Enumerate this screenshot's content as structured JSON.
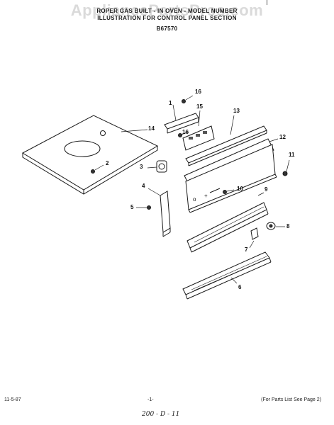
{
  "watermark": "AppliancePartsPros.com",
  "header": {
    "line1": "ROPER GAS BUILT - IN OVEN - MODEL NUMBER",
    "line2": "ILLUSTRATION FOR CONTROL PANEL SECTION",
    "model": "B67570"
  },
  "callouts": {
    "c1": "1",
    "c2": "2",
    "c3": "3",
    "c4": "4",
    "c5": "5",
    "c6": "6",
    "c7": "7",
    "c8": "8",
    "c9": "9",
    "c10": "10",
    "c11": "11",
    "c12": "12",
    "c13": "13",
    "c14": "14",
    "c15": "15",
    "c16a": "16",
    "c16b": "16"
  },
  "footer": {
    "date": "11-5-87",
    "page": "-1-",
    "note": "(For Parts List See Page 2)"
  },
  "handwritten": "200 - D - 11"
}
